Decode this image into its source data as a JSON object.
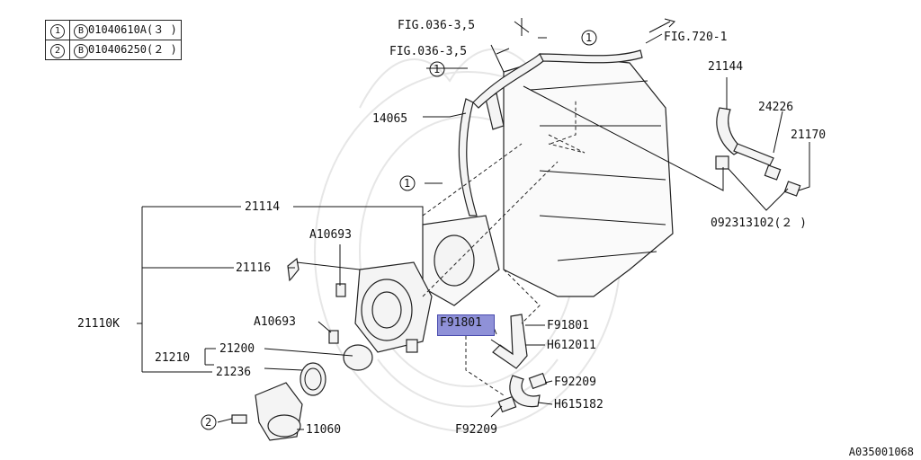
{
  "legend": [
    {
      "index": "1",
      "code": "01040610A(３ )"
    },
    {
      "index": "2",
      "code": "010406250(２ )"
    }
  ],
  "bolt_symbol": "B",
  "labels": {
    "fig_036_top": "FIG.036-3,5",
    "fig_036_mid": "FIG.036-3,5",
    "fig_720": "FIG.720-1",
    "p21144": "21144",
    "p24226": "24226",
    "p21170": "21170",
    "p14065": "14065",
    "p092313102": "092313102(２ )",
    "p21114": "21114",
    "pA10693_top": "A10693",
    "p21116": "21116",
    "p21110K": "21110K",
    "pA10693_bot": "A10693",
    "p21200": "21200",
    "p21210": "21210",
    "p21236": "21236",
    "p11060": "11060",
    "pF91801_left": "F91801",
    "pF91801_right": "F91801",
    "pH612011": "H612011",
    "pF92209_right": "F92209",
    "pH615182": "H615182",
    "pF92209_bottom": "F92209",
    "c1": "1",
    "c2": "2"
  },
  "footer_code": "A035001068",
  "colors": {
    "highlight": "#8f91d8",
    "line": "#111111"
  }
}
